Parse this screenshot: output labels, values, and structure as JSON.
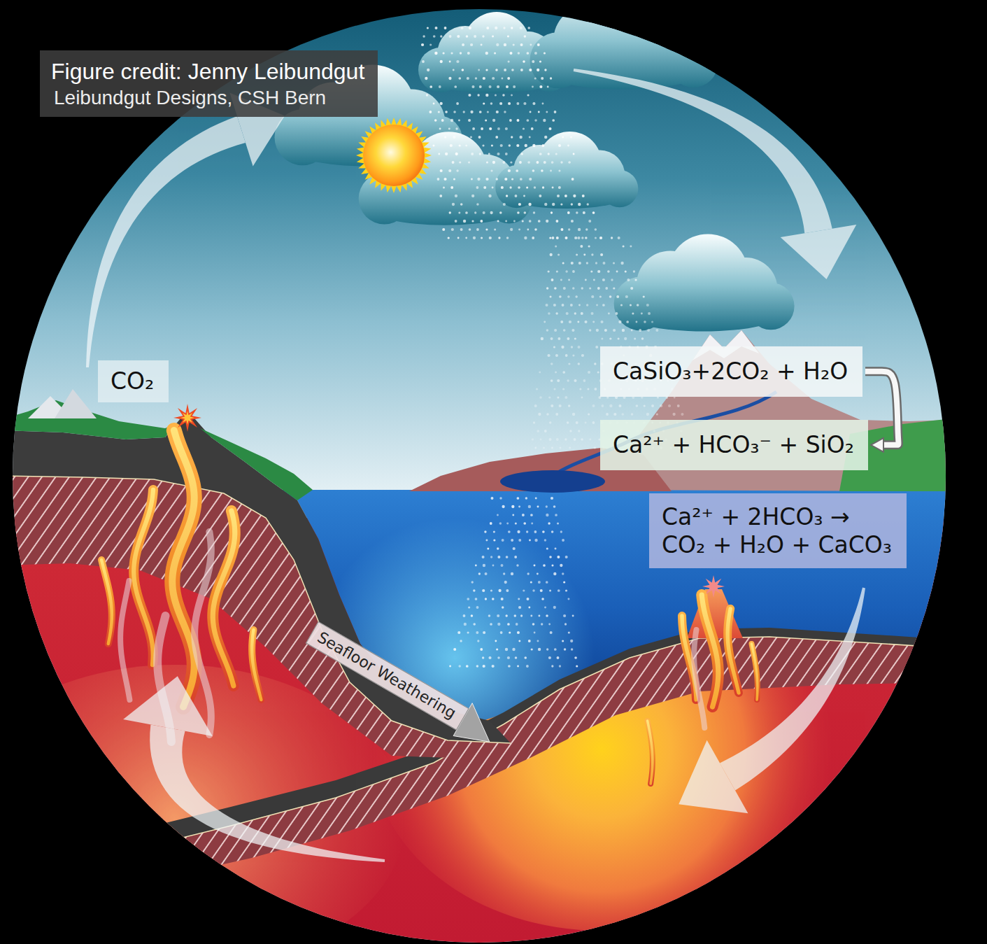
{
  "diagram": {
    "nodes": [
      {
        "text": [
          "Figure credit: Jenny Leibundgut",
          "Leibundgut Designs, CSH Bern"
        ]
      },
      {
        "text": [
          "CO₂"
        ]
      },
      {
        "text": [
          "CaSiO₃+2CO₂ + H₂O"
        ]
      },
      {
        "text": [
          "Ca²⁺ + HCO₃⁻ + SiO₂"
        ]
      },
      {
        "text": [
          "Ca²⁺ + 2HCO₃ → CO₂ + H₂O + CaCO₃"
        ]
      },
      {
        "text": [
          "Seafloor Weathering"
        ]
      }
    ],
    "edges": [
      {
        "from": 2,
        "to": 3,
        "arrow": "to"
      }
    ]
  }
}
